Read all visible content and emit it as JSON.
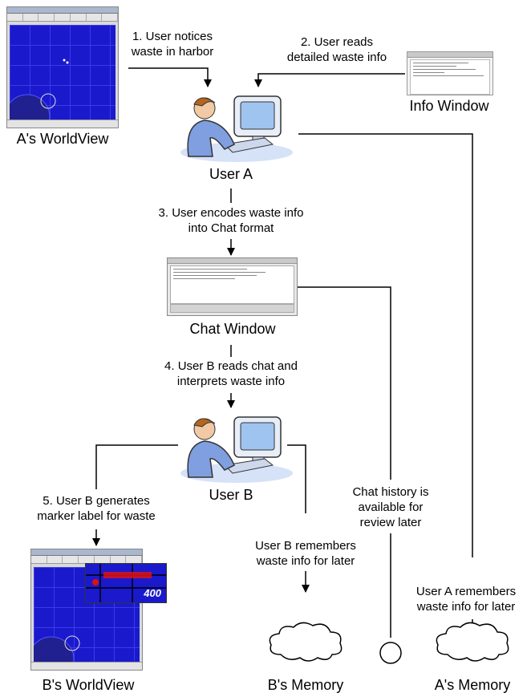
{
  "steps": {
    "s1_l1": "1. User notices",
    "s1_l2": "waste in harbor",
    "s2_l1": "2. User reads",
    "s2_l2": "detailed waste info",
    "s3_l1": "3. User encodes waste info",
    "s3_l2": "into Chat format",
    "s4_l1": "4. User B reads chat and",
    "s4_l2": "interprets waste info",
    "s5_l1": "5. User B generates",
    "s5_l2": "marker label for waste"
  },
  "captions": {
    "a_worldview": "A's WorldView",
    "info_window": "Info Window",
    "user_a": "User A",
    "chat_window": "Chat Window",
    "user_b": "User B",
    "b_worldview": "B's WorldView",
    "b_memory": "B's Memory",
    "a_memory": "A's Memory"
  },
  "notes": {
    "history_l1": "Chat history is",
    "history_l2": "available for",
    "history_l3": "review later",
    "b_rem_l1": "User B remembers",
    "b_rem_l2": "waste info for later",
    "a_rem_l1": "User A remembers",
    "a_rem_l2": "waste info for later"
  },
  "marker": {
    "text": "400"
  },
  "colors": {
    "map_blue": "#1a1acc",
    "person_blue": "#7f9fe0",
    "monitor_blue": "#9fc4ef"
  }
}
